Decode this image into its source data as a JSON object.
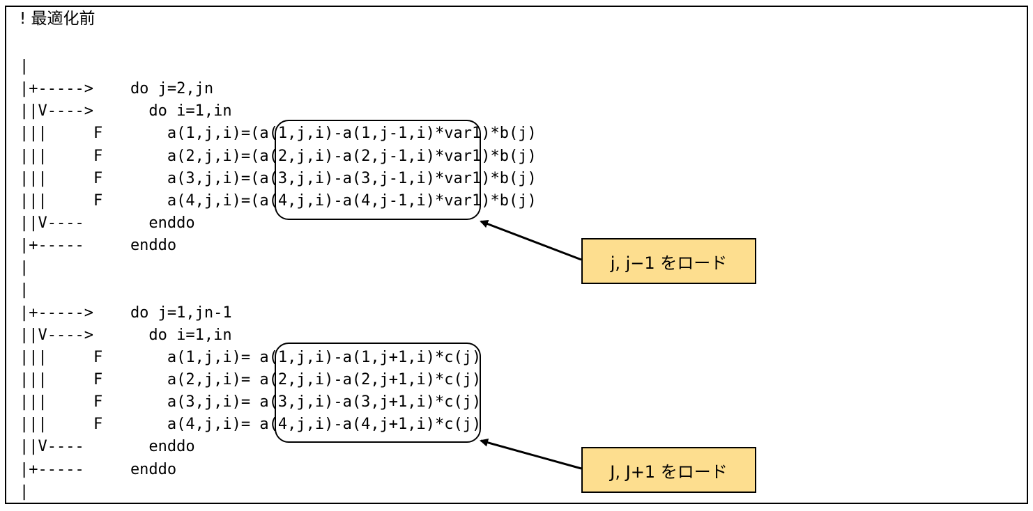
{
  "heading": "! 最適化前",
  "code_lines": [
    "|",
    "|+----->    do j=2,jn",
    "||V---->      do i=1,in",
    "|||     F       a(1,j,i)=(a(1,j,i)-a(1,j-1,i)*var1)*b(j)",
    "|||     F       a(2,j,i)=(a(2,j,i)-a(2,j-1,i)*var1)*b(j)",
    "|||     F       a(3,j,i)=(a(3,j,i)-a(3,j-1,i)*var1)*b(j)",
    "|||     F       a(4,j,i)=(a(4,j,i)-a(4,j-1,i)*var1)*b(j)",
    "||V----       enddo",
    "|+-----     enddo",
    "|",
    "|",
    "|+----->    do j=1,jn-1",
    "||V---->      do i=1,in",
    "|||     F       a(1,j,i)= a(1,j,i)-a(1,j+1,i)*c(j)",
    "|||     F       a(2,j,i)= a(2,j,i)-a(2,j+1,i)*c(j)",
    "|||     F       a(3,j,i)= a(3,j,i)-a(3,j+1,i)*c(j)",
    "|||     F       a(4,j,i)= a(4,j,i)-a(4,j+1,i)*c(j)",
    "||V----       enddo",
    "|+-----     enddo",
    "|"
  ],
  "callouts": {
    "first": "j, j−1 をロード",
    "second": "J, J+1 をロード"
  },
  "colors": {
    "callout_fill": "#fdde8f",
    "text": "#000000"
  }
}
